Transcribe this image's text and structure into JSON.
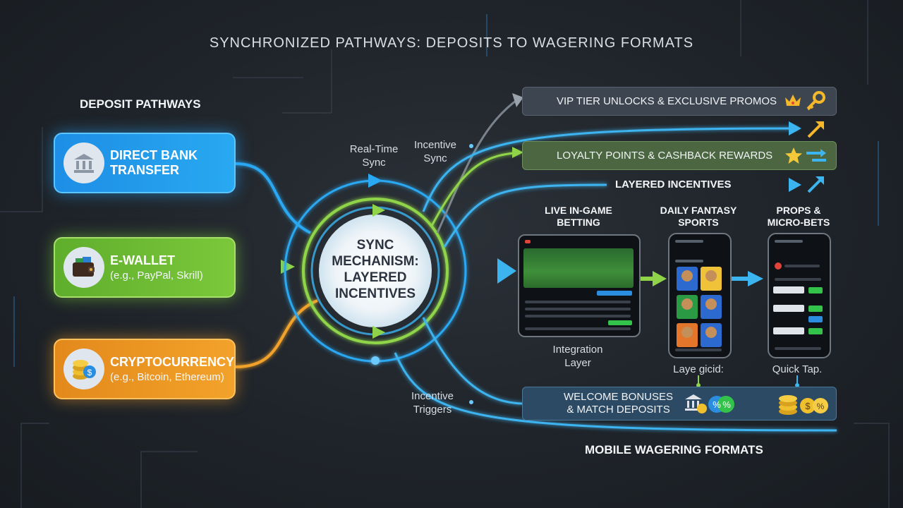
{
  "title": "SYNCHRONIZED PATHWAYS: DEPOSITS TO WAGERING FORMATS",
  "deposit_section": {
    "title": "DEPOSIT PATHWAYS",
    "items": [
      {
        "label_line1": "DIRECT BANK",
        "label_line2": "TRANSFER",
        "sub": "",
        "icon": "bank-icon"
      },
      {
        "label_line1": "E-WALLET",
        "label_line2": "",
        "sub": "(e.g., PayPal, Skrill)",
        "icon": "wallet-icon"
      },
      {
        "label_line1": "CRYPTOCURRENCY",
        "label_line2": "",
        "sub": "(e.g., Bitcoin, Ethereum)",
        "icon": "coins-icon"
      }
    ]
  },
  "hub": {
    "line1": "SYNC",
    "line2": "MECHANISM:",
    "line3": "LAYERED",
    "line4": "INCENTIVES"
  },
  "labels": {
    "realtime_sync_1": "Real-Time",
    "realtime_sync_2": "Sync",
    "incentive_sync_1": "Incentive",
    "incentive_sync_2": "Sync",
    "incentive_triggers_1": "Incentive",
    "incentive_triggers_2": "Triggers",
    "integration_layer_1": "Integration",
    "integration_layer_2": "Layer",
    "laye_gicid": "Laye gicid:",
    "quick_tap": "Quick Tap.",
    "layered_incentives": "LAYERED INCENTIVES",
    "mobile_formats": "MOBILE WAGERING FORMATS"
  },
  "rewards": {
    "vip": "VIP TIER UNLOCKS & EXCLUSIVE PROMOS",
    "loyalty": "LOYALTY POINTS & CASHBACK REWARDS",
    "welcome_1": "WELCOME BONUSES",
    "welcome_2": "& MATCH DEPOSITS"
  },
  "formats": {
    "live_1": "LIVE IN-GAME",
    "live_2": "BETTING",
    "fantasy_1": "DAILY FANTASY",
    "fantasy_2": "SPORTS",
    "props_1": "PROPS &",
    "props_2": "MICRO-BETS"
  },
  "colors": {
    "blue": "#2aa8f2",
    "green": "#7cc83b",
    "orange": "#f2a22a",
    "background": "#1f242a"
  }
}
